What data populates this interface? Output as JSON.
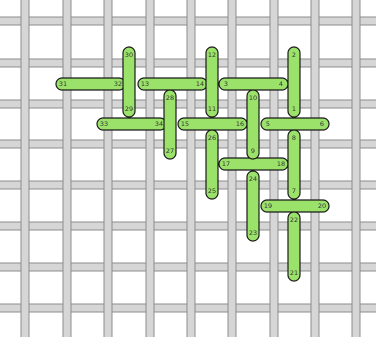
{
  "colors": {
    "background": "#ffffff",
    "grid_rod_fill": "#d6d6d6",
    "grid_rod_edge": "#8c8c8c",
    "stitch_fill": "#9be26a",
    "stitch_edge": "#1a1a1a",
    "label_text": "#333333"
  },
  "stitches": [
    {
      "id": "h-31-32",
      "from": "31",
      "to": "32"
    },
    {
      "id": "h-13-14",
      "from": "13",
      "to": "14"
    },
    {
      "id": "h-3-4",
      "from": "3",
      "to": "4"
    },
    {
      "id": "h-33-34",
      "from": "33",
      "to": "34"
    },
    {
      "id": "h-15-16",
      "from": "15",
      "to": "16"
    },
    {
      "id": "h-5-6",
      "from": "5",
      "to": "6"
    },
    {
      "id": "h-17-18",
      "from": "17",
      "to": "18"
    },
    {
      "id": "h-19-20",
      "from": "19",
      "to": "20"
    },
    {
      "id": "v-30-29",
      "from": "30",
      "to": "29"
    },
    {
      "id": "v-12-11",
      "from": "12",
      "to": "11"
    },
    {
      "id": "v-2-1",
      "from": "2",
      "to": "1"
    },
    {
      "id": "v-28-27",
      "from": "28",
      "to": "27"
    },
    {
      "id": "v-26-25",
      "from": "26",
      "to": "25"
    },
    {
      "id": "v-10-9",
      "from": "10",
      "to": "9"
    },
    {
      "id": "v-8-7",
      "from": "8",
      "to": "7"
    },
    {
      "id": "v-24-23",
      "from": "24",
      "to": "23"
    },
    {
      "id": "v-22-21",
      "from": "22",
      "to": "21"
    }
  ]
}
